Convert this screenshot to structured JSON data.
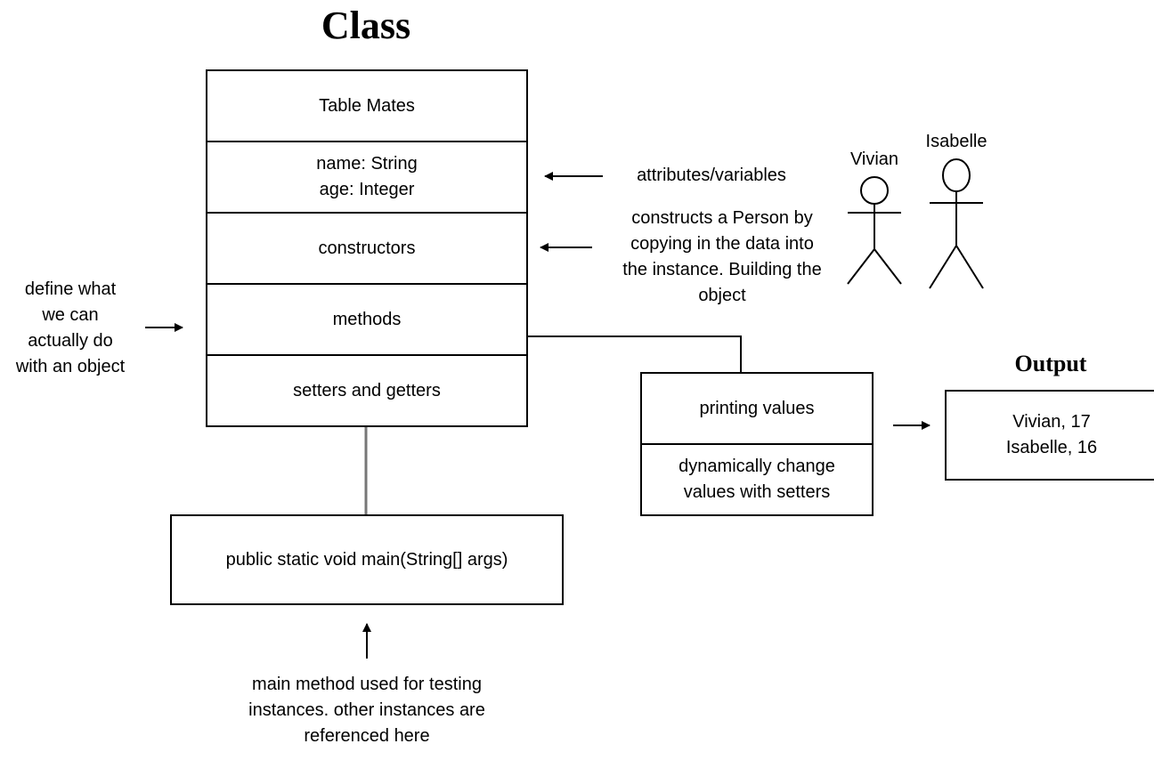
{
  "title": "Class",
  "class_box": {
    "header": "Table Mates",
    "attributes": "name: String\nage: Integer",
    "constructors": "constructors",
    "methods": "methods",
    "accessors": "setters and getters"
  },
  "main_box": "public static void main(String[] args)",
  "annotations": {
    "attributes_note": "attributes/variables",
    "constructors_note": "constructs a Person by\ncopying in the data into\nthe instance. Building the\nobject",
    "methods_note": "define what\nwe can\nactually do\nwith an object",
    "main_note": "main method used for testing\ninstances. other instances are\nreferenced here"
  },
  "actors": [
    {
      "name": "Vivian"
    },
    {
      "name": "Isabelle"
    }
  ],
  "methods_detail": {
    "printing": "printing values",
    "setters": "dynamically change\nvalues with setters"
  },
  "output": {
    "title": "Output",
    "content": "Vivian, 17\nIsabelle, 16"
  }
}
